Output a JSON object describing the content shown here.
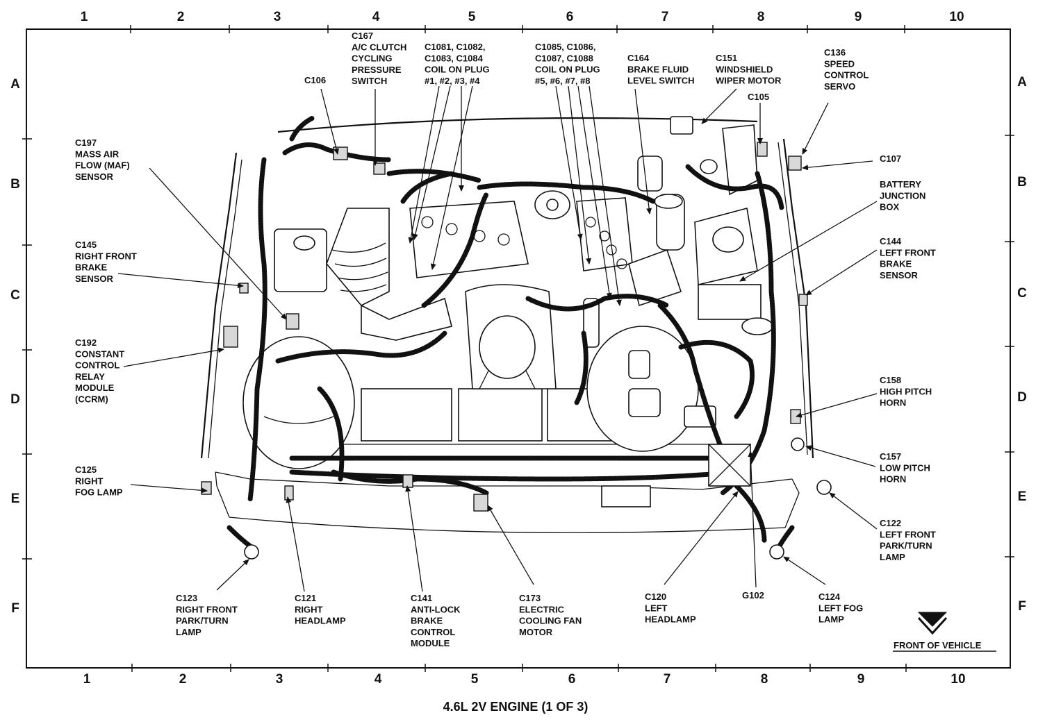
{
  "title": "4.6L 2V ENGINE (1 OF 3)",
  "footer_note": "FRONT OF VEHICLE",
  "grid": {
    "columns": [
      "1",
      "2",
      "3",
      "4",
      "5",
      "6",
      "7",
      "8",
      "9",
      "10"
    ],
    "rows": [
      "A",
      "B",
      "C",
      "D",
      "E",
      "F"
    ]
  },
  "callouts": [
    {
      "id": "c167",
      "lines": [
        "C167",
        "A/C CLUTCH",
        "CYCLING",
        "PRESSURE",
        "SWITCH"
      ]
    },
    {
      "id": "c1081",
      "lines": [
        "C1081, C1082,",
        "C1083, C1084",
        "COIL ON PLUG",
        "#1, #2, #3, #4"
      ]
    },
    {
      "id": "c1085",
      "lines": [
        "C1085,  C1086,",
        "C1087, C1088",
        "COIL ON PLUG",
        "#5, #6, #7, #8"
      ]
    },
    {
      "id": "c164",
      "lines": [
        "C164",
        "BRAKE FLUID",
        "LEVEL SWITCH"
      ]
    },
    {
      "id": "c151",
      "lines": [
        "C151",
        "WINDSHIELD",
        "WIPER MOTOR"
      ]
    },
    {
      "id": "c136",
      "lines": [
        "C136",
        "SPEED",
        "CONTROL",
        "SERVO"
      ]
    },
    {
      "id": "c106",
      "lines": [
        "C106"
      ]
    },
    {
      "id": "c105",
      "lines": [
        "C105"
      ]
    },
    {
      "id": "c107",
      "lines": [
        "C107"
      ]
    },
    {
      "id": "c197",
      "lines": [
        "C197",
        "MASS AIR",
        "FLOW (MAF)",
        "SENSOR"
      ]
    },
    {
      "id": "battery",
      "lines": [
        "BATTERY",
        "JUNCTION",
        "BOX"
      ]
    },
    {
      "id": "c144",
      "lines": [
        "C144",
        "LEFT FRONT",
        "BRAKE",
        "SENSOR"
      ]
    },
    {
      "id": "c145",
      "lines": [
        "C145",
        "RIGHT FRONT",
        "BRAKE",
        "SENSOR"
      ]
    },
    {
      "id": "c192",
      "lines": [
        "C192",
        "CONSTANT",
        "CONTROL",
        "RELAY",
        "MODULE",
        "(CCRM)"
      ]
    },
    {
      "id": "c158",
      "lines": [
        "C158",
        "HIGH PITCH",
        "HORN"
      ]
    },
    {
      "id": "c157",
      "lines": [
        "C157",
        "LOW PITCH",
        "HORN"
      ]
    },
    {
      "id": "c125",
      "lines": [
        "C125",
        "RIGHT",
        "FOG LAMP"
      ]
    },
    {
      "id": "c122",
      "lines": [
        "C122",
        "LEFT FRONT",
        "PARK/TURN",
        "LAMP"
      ]
    },
    {
      "id": "c123",
      "lines": [
        "C123",
        "RIGHT FRONT",
        "PARK/TURN",
        "LAMP"
      ]
    },
    {
      "id": "c121",
      "lines": [
        "C121",
        "RIGHT",
        "HEADLAMP"
      ]
    },
    {
      "id": "c141",
      "lines": [
        "C141",
        "ANTI-LOCK",
        "BRAKE",
        "CONTROL",
        "MODULE"
      ]
    },
    {
      "id": "c173",
      "lines": [
        "C173",
        "ELECTRIC",
        "COOLING FAN",
        "MOTOR"
      ]
    },
    {
      "id": "c120",
      "lines": [
        "C120",
        "LEFT",
        "HEADLAMP"
      ]
    },
    {
      "id": "g102",
      "lines": [
        "G102"
      ]
    },
    {
      "id": "c124",
      "lines": [
        "C124",
        "LEFT FOG",
        "LAMP"
      ]
    }
  ]
}
